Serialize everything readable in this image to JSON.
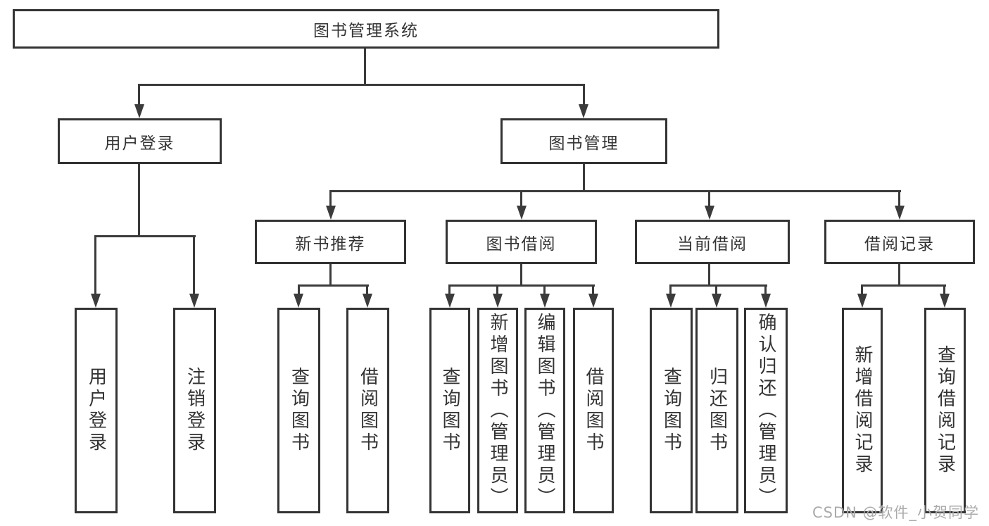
{
  "diagram": {
    "title": "图书管理系统",
    "level2": {
      "user_login": "用户登录",
      "book_mgmt": "图书管理"
    },
    "level3": {
      "new_books": "新书推荐",
      "book_borrow": "图书借阅",
      "current_borrow": "当前借阅",
      "borrow_records": "借阅记录"
    },
    "leaves": {
      "user_login": [
        "用户登录",
        "注销登录"
      ],
      "new_books": [
        "查询图书",
        "借阅图书"
      ],
      "book_borrow": [
        "查询图书",
        "新增图书（管理员）",
        "编辑图书（管理员）",
        "借阅图书"
      ],
      "current_borrow": [
        "查询图书",
        "归还图书",
        "确认归还（管理员）"
      ],
      "borrow_records": [
        "新增借阅记录",
        "查询借阅记录"
      ]
    },
    "colors": {
      "line": "#3b3b3b",
      "text": "#333333",
      "background": "#ffffff",
      "watermark": "#ababab"
    }
  },
  "watermark": {
    "text": "CSDN @软件_小贺同学"
  }
}
